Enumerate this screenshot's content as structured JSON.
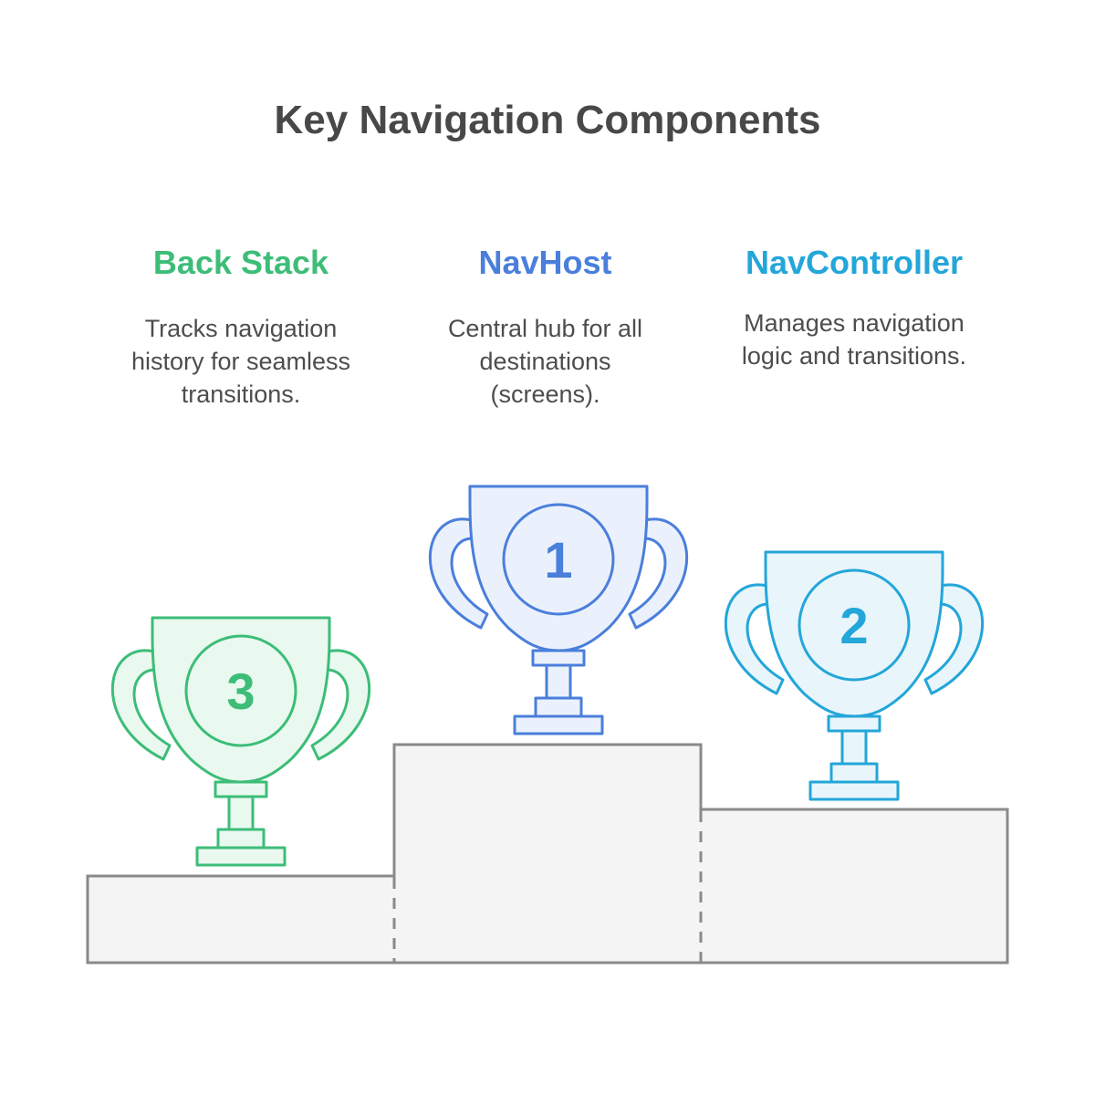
{
  "title": "Key Navigation Components",
  "columns": [
    {
      "title": "Back Stack",
      "description": "Tracks navigation history for seamless transitions.",
      "rank": "3",
      "color": "#3dbd78",
      "fill": "#e9f9ef"
    },
    {
      "title": "NavHost",
      "description": "Central hub for all destinations (screens).",
      "rank": "1",
      "color": "#4a7fdb",
      "fill": "#ebf1fc"
    },
    {
      "title": "NavController",
      "description": "Manages navigation logic and transitions.",
      "rank": "2",
      "color": "#23a6d9",
      "fill": "#e8f5fb"
    }
  ],
  "icons": {
    "trophy": "trophy-icon"
  }
}
